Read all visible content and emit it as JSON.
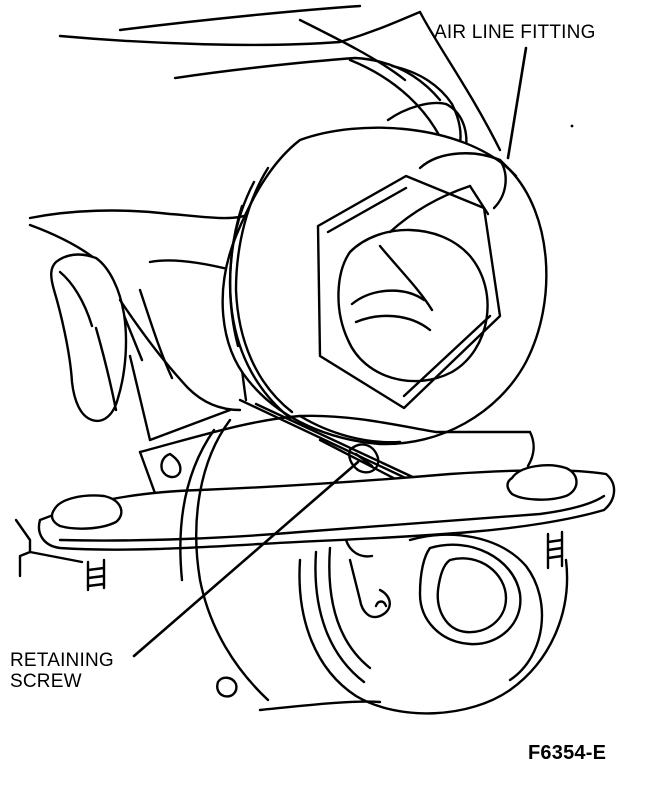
{
  "callouts": {
    "air_line_fitting": "AIR LINE FITTING",
    "retaining_screw_line1": "RETAINING",
    "retaining_screw_line2": "SCREW"
  },
  "figure_id": "F6354-E",
  "colors": {
    "ink": "#000000",
    "paper": "#ffffff"
  }
}
